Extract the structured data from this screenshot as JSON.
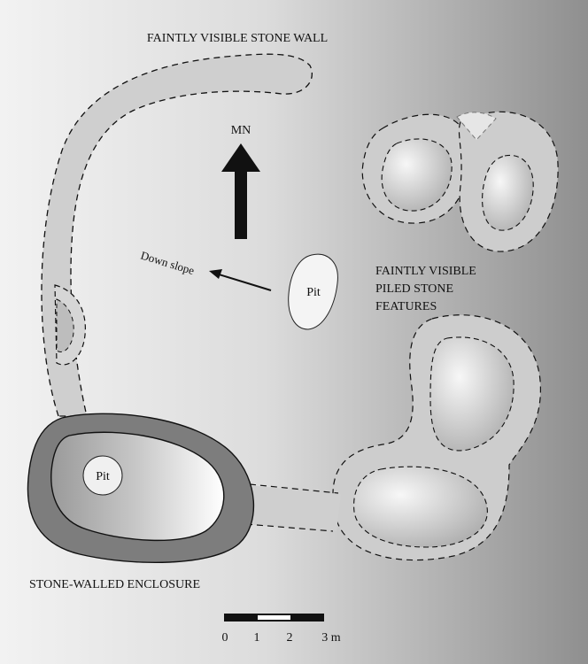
{
  "labels": {
    "stone_wall": "FAINTLY VISIBLE STONE WALL",
    "north": "MN",
    "down_slope": "Down slope",
    "pit_center": "Pit",
    "piled_line1": "FAINTLY VISIBLE",
    "piled_line2": "PILED STONE",
    "piled_line3": "FEATURES",
    "pit_enclosure": "Pit",
    "enclosure": "STONE-WALLED ENCLOSURE"
  },
  "scale_bar": {
    "ticks": [
      "0",
      "1",
      "2",
      "3 m"
    ]
  },
  "colors": {
    "background_light": "#f2f2f2",
    "background_dark": "#8c8c8c",
    "wall_fill": "#cfcfcf",
    "enclosure_wall": "#7d7d7d",
    "ink": "#111111"
  }
}
